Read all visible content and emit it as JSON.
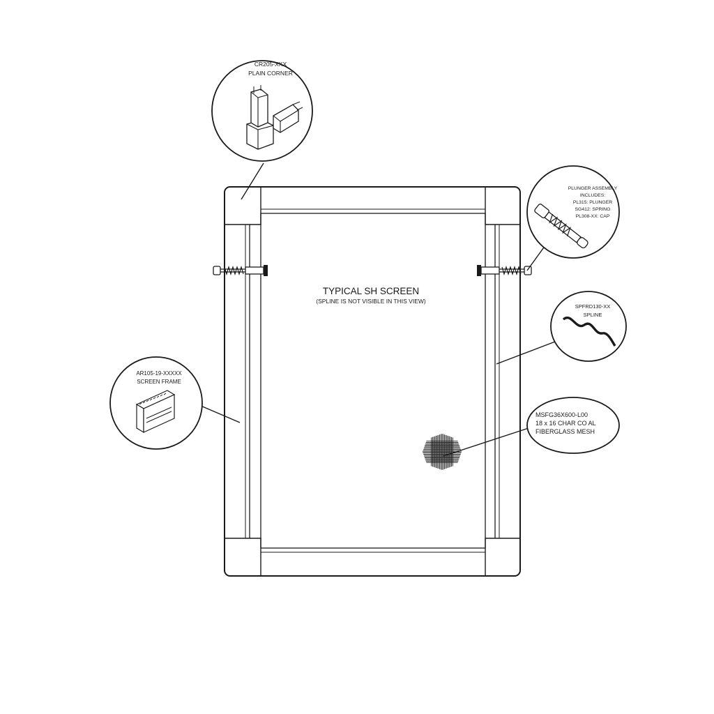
{
  "main_label": {
    "title": "TYPICAL SH SCREEN",
    "subtitle": "(SPLINE IS NOT VISIBLE IN THIS VIEW)"
  },
  "callouts": {
    "corner": {
      "lines": [
        "CR205-XXX",
        "PLAIN CORNER"
      ]
    },
    "plunger": {
      "lines": [
        "PLUNGER ASSEMBLY",
        "INCLUDES:",
        "PL315: PLUNGER",
        "SG412: SPRING",
        "PL308-XX: CAP"
      ]
    },
    "spline": {
      "lines": [
        "SPFRD130-XX",
        "SPLINE"
      ]
    },
    "frame": {
      "lines": [
        "AR105-19-XXXXX",
        "SCREEN FRAME"
      ]
    },
    "mesh": {
      "lines": [
        "MSFG36X600-L00",
        "18 x 16 CHAR   CO AL",
        "FIBERGLASS MESH"
      ]
    }
  },
  "colors": {
    "line": "#1a1a1a",
    "background": "#ffffff"
  }
}
